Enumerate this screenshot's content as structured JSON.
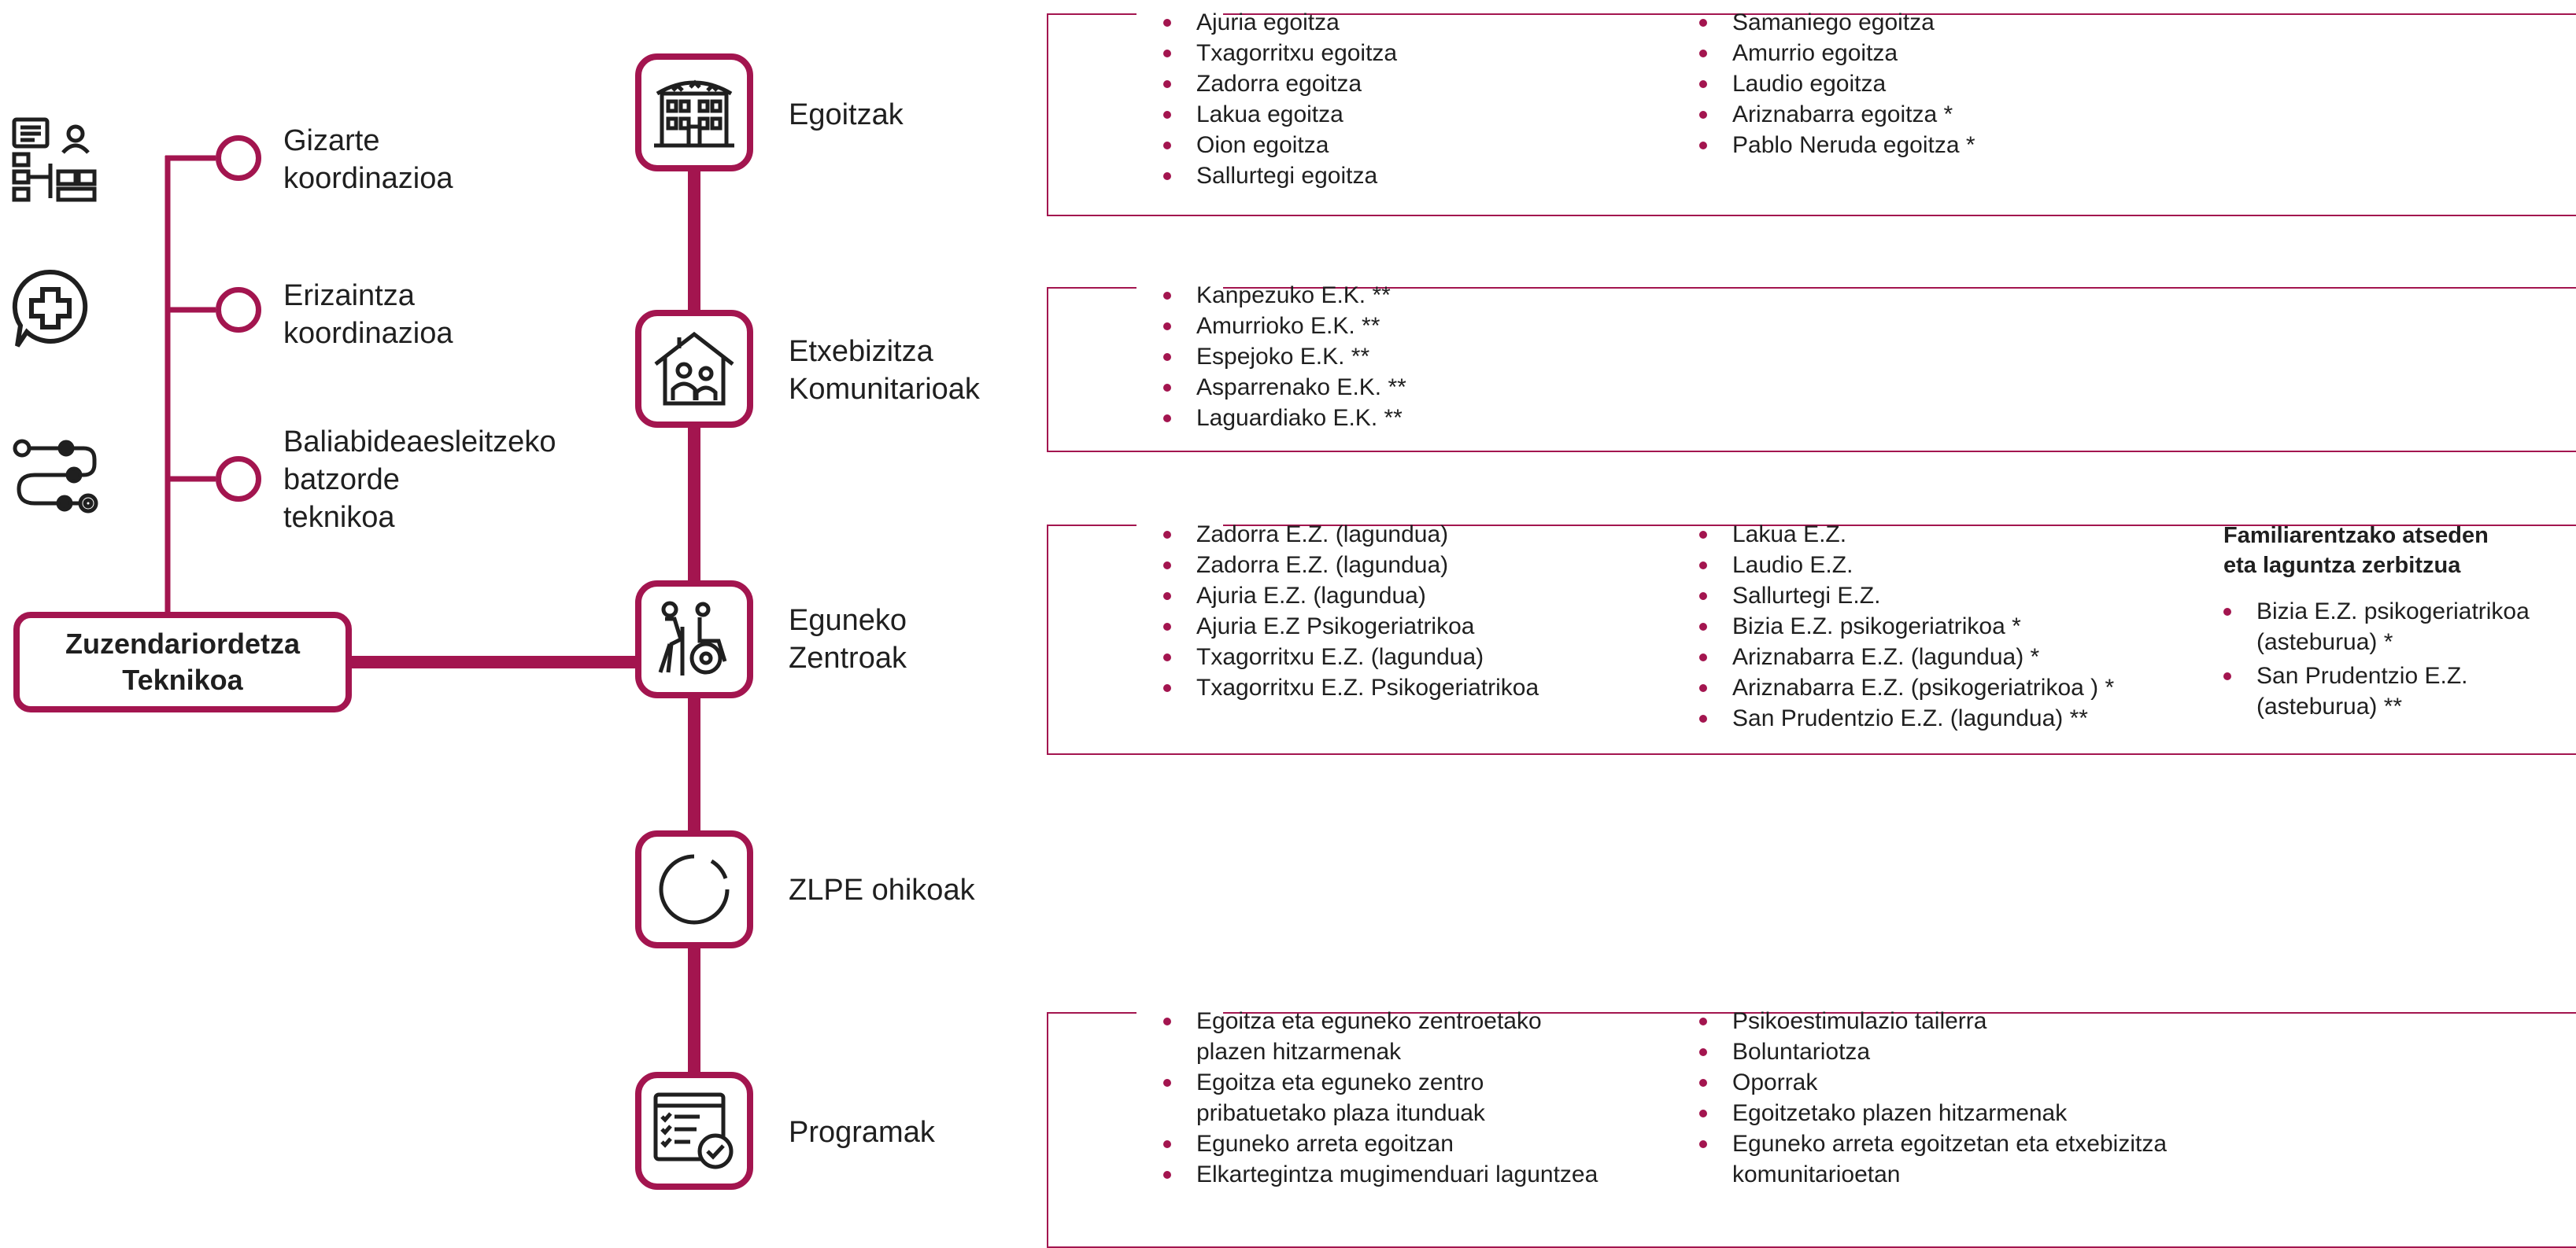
{
  "root": {
    "line1": "Zuzendariordetza",
    "line2": "Teknikoa"
  },
  "coordination": [
    {
      "line1": "Gizarte",
      "line2": "koordinazioa",
      "icon": "org-chart-icon"
    },
    {
      "line1": "Erizaintza",
      "line2": "koordinazioa",
      "icon": "nursing-cross-icon"
    },
    {
      "line1": "Baliabideaesleitzeko",
      "line2": "batzorde",
      "line3": "teknikoa",
      "icon": "process-flow-icon"
    }
  ],
  "nodes": [
    {
      "label": "Egoitzak",
      "icon": "residence-building-icon"
    },
    {
      "line1": "Etxebizitza",
      "line2": "Komunitarioak",
      "icon": "community-house-icon"
    },
    {
      "line1": "Eguneko",
      "line2": "Zentroak",
      "icon": "day-center-wheelchair-icon"
    },
    {
      "label": "ZLPE ohikoak",
      "icon": "circle-icon"
    },
    {
      "label": "Programak",
      "icon": "checklist-icon"
    }
  ],
  "egoitzak": {
    "col1": [
      "Ajuria egoitza",
      "Txagorritxu egoitza",
      "Zadorra egoitza",
      "Lakua egoitza",
      "Oion egoitza",
      "Sallurtegi egoitza"
    ],
    "col2": [
      "Samaniego egoitza",
      "Amurrio egoitza",
      "Laudio egoitza",
      "Ariznabarra egoitza *",
      "Pablo Neruda egoitza *"
    ]
  },
  "etxebizitza": {
    "col1": [
      "Kanpezuko E.K. **",
      "Amurrioko E.K. **",
      "Espejoko E.K. **",
      "Asparrenako E.K. **",
      "Laguardiako E.K. **"
    ]
  },
  "eguneko": {
    "col1": [
      "Zadorra E.Z. (lagundua)",
      "Zadorra E.Z. (lagundua)",
      "Ajuria E.Z. (lagundua)",
      "Ajuria E.Z Psikogeriatrikoa",
      "Txagorritxu E.Z. (lagundua)",
      "Txagorritxu E.Z. Psikogeriatrikoa"
    ],
    "col2": [
      "Lakua E.Z.",
      "Laudio E.Z.",
      "Sallurtegi E.Z.",
      "Bizia E.Z. psikogeriatrikoa *",
      "Ariznabarra E.Z. (lagundua) *",
      "Ariznabarra E.Z. (psikogeriatrikoa ) *",
      "San Prudentzio E.Z. (lagundua) **"
    ],
    "family_heading_1": "Familiarentzako atseden",
    "family_heading_2": "eta laguntza zerbitzua",
    "family_items": [
      {
        "line1": "Bizia E.Z. psikogeriatrikoa",
        "line2": "(asteburua) *"
      },
      {
        "line1": "San Prudentzio E.Z.",
        "line2": "(asteburua) **"
      }
    ]
  },
  "programak": {
    "col1": [
      {
        "line1": "Egoitza eta eguneko zentroetako",
        "line2": "plazen hitzarmenak"
      },
      {
        "line1": "Egoitza eta eguneko zentro",
        "line2": "pribatuetako plaza itunduak"
      },
      {
        "line1": "Eguneko arreta egoitzan"
      },
      {
        "line1": "Elkartegintza mugimenduari laguntzea"
      }
    ],
    "col2": [
      {
        "line1": "Psikoestimulazio tailerra"
      },
      {
        "line1": "Boluntariotza"
      },
      {
        "line1": "Oporrak"
      },
      {
        "line1": "Egoitzetako plazen hitzarmenak"
      },
      {
        "line1": "Eguneko arreta egoitzetan eta etxebizitza",
        "line2": "komunitarioetan"
      }
    ]
  },
  "colors": {
    "accent": "#a3154f",
    "text": "#1f1f1f"
  }
}
